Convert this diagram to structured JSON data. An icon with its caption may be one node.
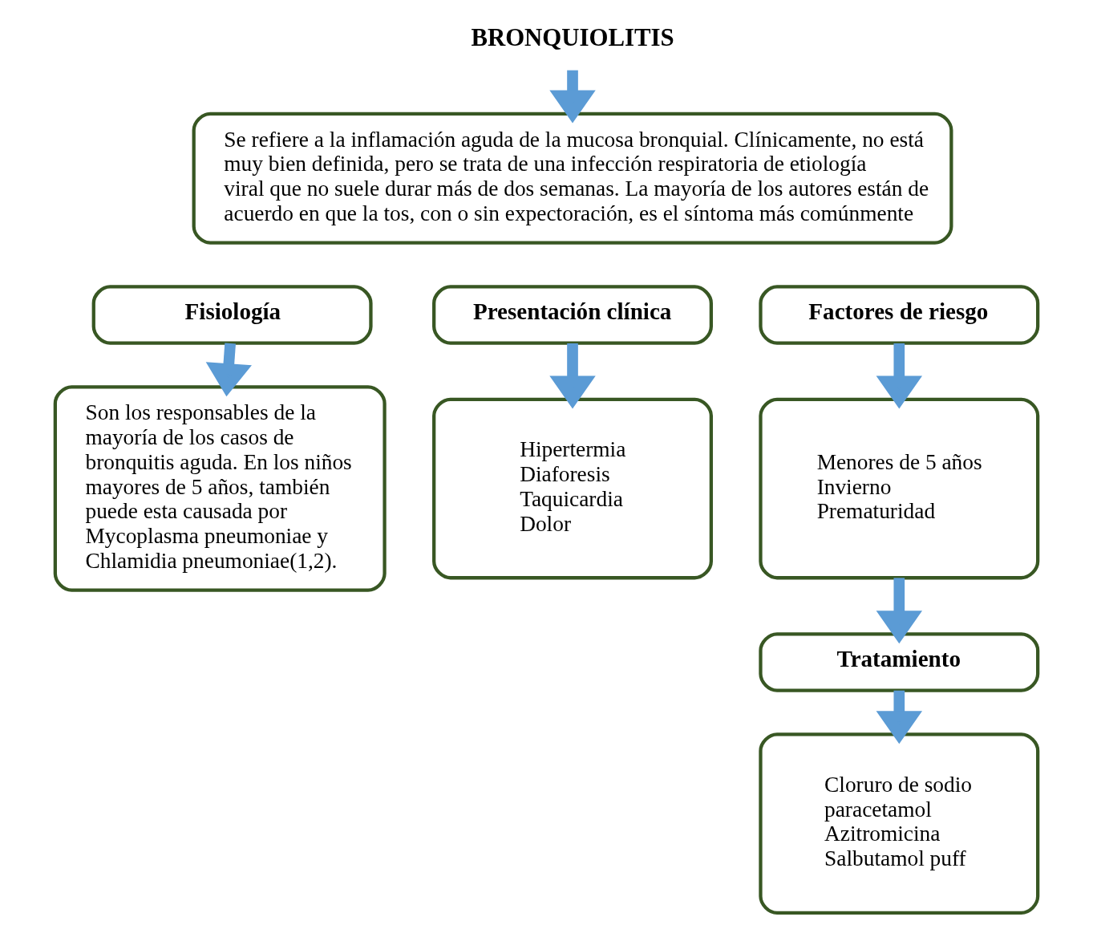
{
  "diagram": {
    "nodes": [
      {
        "text": [
          "BRONQUIOLITIS"
        ]
      },
      {
        "text": [
          "Se refiere a la inflamación aguda de la mucosa bronquial. Clínicamente, no está muy bien definida, pero se trata de una infección respiratoria de etiología viral que no suele durar más de dos semanas. La mayoría de los autores están de acuerdo en que la tos, con o sin expectoración, es el síntoma más comúnmente"
        ]
      },
      {
        "text": [
          "Fisiología"
        ]
      },
      {
        "text": [
          "Presentación clínica"
        ]
      },
      {
        "text": [
          "Factores de riesgo"
        ]
      },
      {
        "text": [
          "Son los responsables de la mayoría de los casos de bronquitis aguda. En los niños mayores de 5 años, también puede esta causada por Mycoplasma pneumoniae y Chlamidia pneumoniae(1,2)."
        ]
      },
      {
        "text": [
          "Hipertermia",
          "Diaforesis",
          "Taquicardia",
          "Dolor"
        ]
      },
      {
        "text": [
          "Menores de 5 años",
          "Invierno",
          "Prematuridad"
        ]
      },
      {
        "text": [
          "Tratamiento"
        ]
      },
      {
        "text": [
          "Cloruro de sodio",
          "paracetamol",
          "Azitromicina",
          "Salbutamol puff"
        ]
      }
    ],
    "edges": [
      {
        "from": 0,
        "to": 1,
        "arrow": "to"
      },
      {
        "from": 2,
        "to": 5,
        "arrow": "to"
      },
      {
        "from": 3,
        "to": 6,
        "arrow": "to"
      },
      {
        "from": 4,
        "to": 7,
        "arrow": "to"
      },
      {
        "from": 7,
        "to": 8,
        "arrow": "to"
      },
      {
        "from": 8,
        "to": 9,
        "arrow": "to"
      }
    ]
  }
}
